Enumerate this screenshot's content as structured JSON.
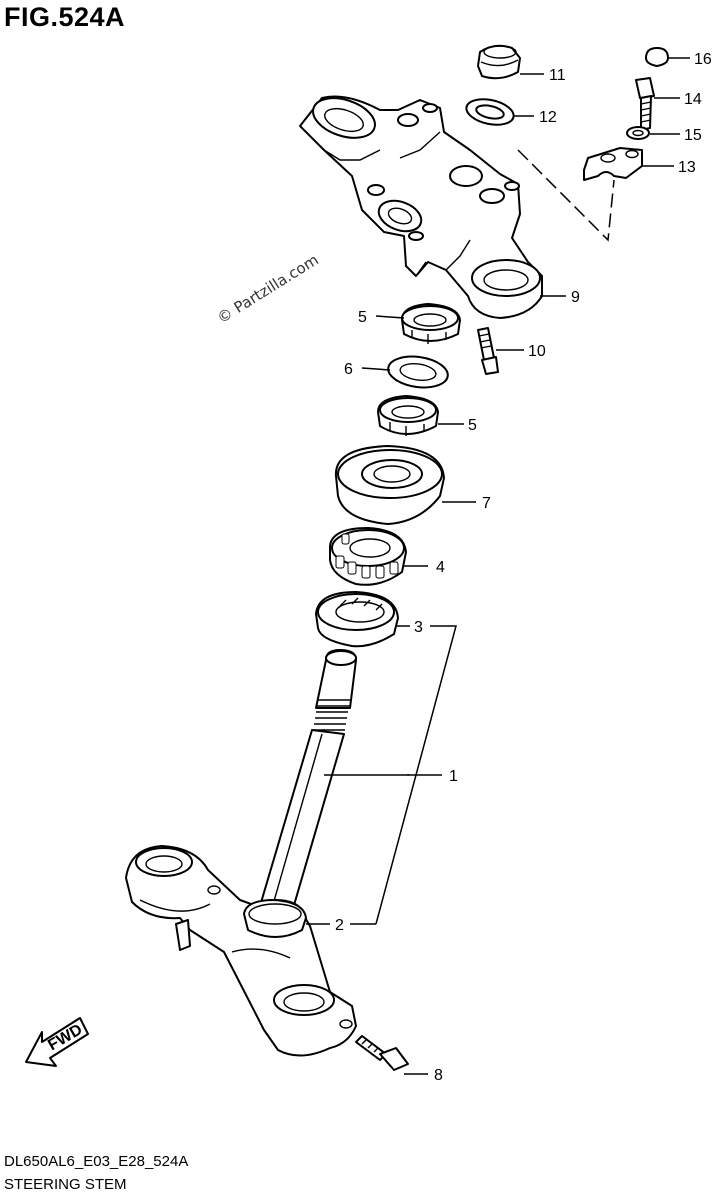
{
  "title": "FIG.524A",
  "watermark": "© Partzilla.com",
  "model_code": "DL650AL6_E03_E28_524A",
  "diagram_name": "STEERING STEM",
  "fwd_label": "FWD",
  "callouts": [
    {
      "id": "1",
      "label": "1"
    },
    {
      "id": "2",
      "label": "2"
    },
    {
      "id": "3",
      "label": "3"
    },
    {
      "id": "4",
      "label": "4"
    },
    {
      "id": "5a",
      "label": "5"
    },
    {
      "id": "5b",
      "label": "5"
    },
    {
      "id": "6",
      "label": "6"
    },
    {
      "id": "7",
      "label": "7"
    },
    {
      "id": "8",
      "label": "8"
    },
    {
      "id": "9",
      "label": "9"
    },
    {
      "id": "10",
      "label": "10"
    },
    {
      "id": "11",
      "label": "11"
    },
    {
      "id": "12",
      "label": "12"
    },
    {
      "id": "13",
      "label": "13"
    },
    {
      "id": "14",
      "label": "14"
    },
    {
      "id": "15",
      "label": "15"
    },
    {
      "id": "16",
      "label": "16"
    }
  ]
}
